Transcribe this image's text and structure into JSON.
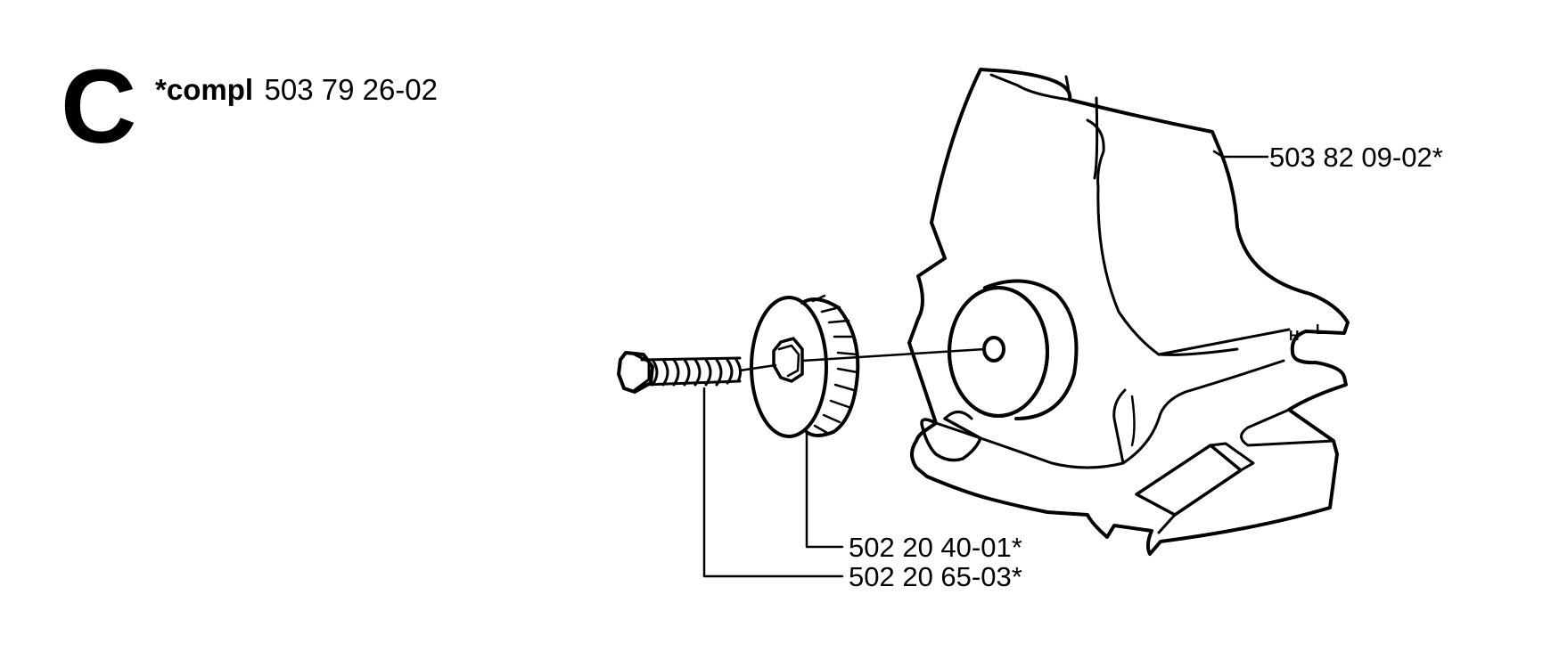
{
  "section": {
    "letter": "C",
    "kit_prefix": "*compl",
    "kit_number": "503 79 26-02"
  },
  "callouts": {
    "cover": "503 82 09-02*",
    "knob": "502 20 40-01*",
    "screw": "502 20 65-03*"
  },
  "cover_markings": {
    "h": "H",
    "l": "L"
  }
}
